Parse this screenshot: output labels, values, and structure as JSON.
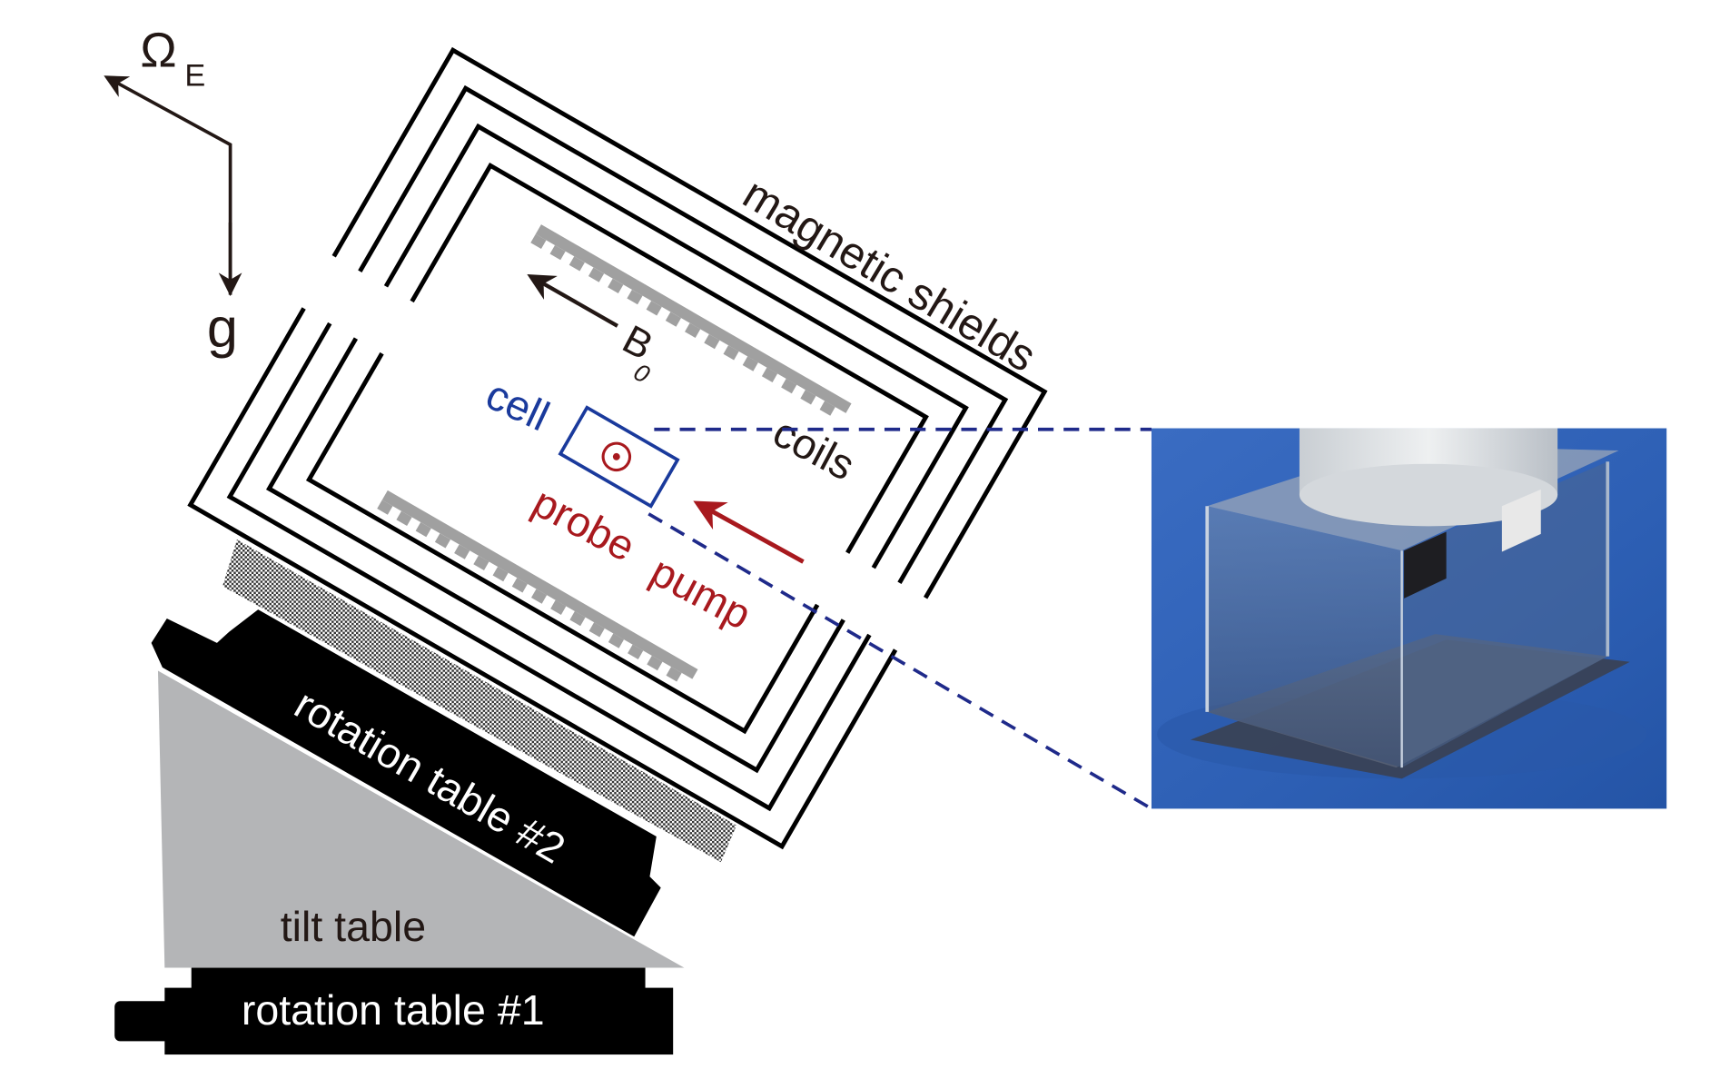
{
  "labels": {
    "omega": "Ω",
    "omega_sub": "E",
    "gravity": "g",
    "magnetic_shields": "magnetic shields",
    "b_field": "B",
    "b_field_sub": "0",
    "cell": "cell",
    "coils": "coils",
    "probe": "probe",
    "pump": "pump",
    "rotation_table_2": "rotation table #2",
    "tilt_table": "tilt table",
    "rotation_table_1": "rotation table #1"
  },
  "colors": {
    "shield": "#000000",
    "coil": "#a0a0a0",
    "cell": "#1a3a9c",
    "laser": "#a8191e",
    "dashed": "#1f2a8a",
    "tilt": "#b4b5b7",
    "photo_bg": "#2f62b8"
  }
}
